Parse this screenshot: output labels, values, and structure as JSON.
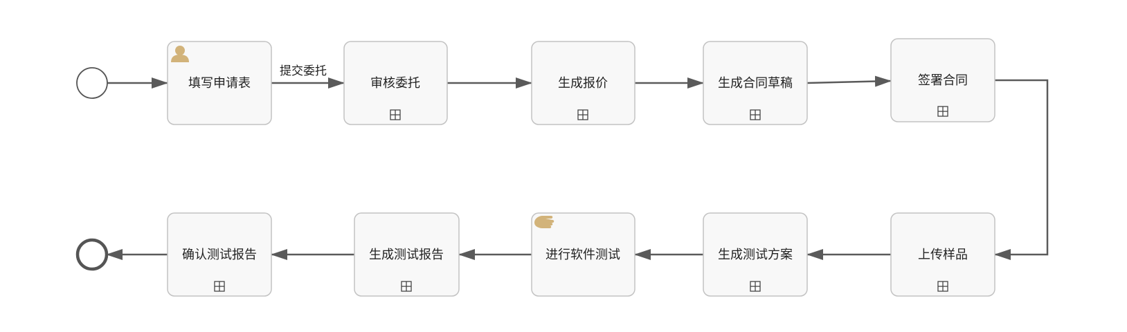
{
  "colors": {
    "flow": "#5a5a5a",
    "task_fill": "#f8f8f8",
    "task_border": "#c2c2c2",
    "task_icon": "#d2b37a",
    "event_border": "#555555"
  },
  "events": {
    "start": {
      "icon": "start-event-circle"
    },
    "end": {
      "icon": "end-event-circle"
    }
  },
  "tasks": [
    {
      "id": "t1",
      "label": "填写申请表",
      "icon": "user-icon"
    },
    {
      "id": "t2",
      "label": "审核委托",
      "marker": "subprocess-plus-icon"
    },
    {
      "id": "t3",
      "label": "生成报价",
      "marker": "subprocess-plus-icon"
    },
    {
      "id": "t4",
      "label": "生成合同草稿",
      "marker": "subprocess-plus-icon"
    },
    {
      "id": "t5",
      "label": "签署合同",
      "marker": "subprocess-plus-icon"
    },
    {
      "id": "t6",
      "label": "上传样品",
      "marker": "subprocess-plus-icon"
    },
    {
      "id": "t7",
      "label": "生成测试方案",
      "marker": "subprocess-plus-icon"
    },
    {
      "id": "t8",
      "label": "进行软件测试",
      "icon": "hand-icon"
    },
    {
      "id": "t9",
      "label": "生成测试报告",
      "marker": "subprocess-plus-icon"
    },
    {
      "id": "t10",
      "label": "确认测试报告",
      "marker": "subprocess-plus-icon"
    }
  ],
  "flows": [
    {
      "from": "start",
      "to": "t1",
      "label": ""
    },
    {
      "from": "t1",
      "to": "t2",
      "label": "提交委托"
    },
    {
      "from": "t2",
      "to": "t3",
      "label": ""
    },
    {
      "from": "t3",
      "to": "t4",
      "label": ""
    },
    {
      "from": "t4",
      "to": "t5",
      "label": ""
    },
    {
      "from": "t5",
      "to": "t6",
      "label": ""
    },
    {
      "from": "t6",
      "to": "t7",
      "label": ""
    },
    {
      "from": "t7",
      "to": "t8",
      "label": ""
    },
    {
      "from": "t8",
      "to": "t9",
      "label": ""
    },
    {
      "from": "t9",
      "to": "t10",
      "label": ""
    },
    {
      "from": "t10",
      "to": "end",
      "label": ""
    }
  ]
}
